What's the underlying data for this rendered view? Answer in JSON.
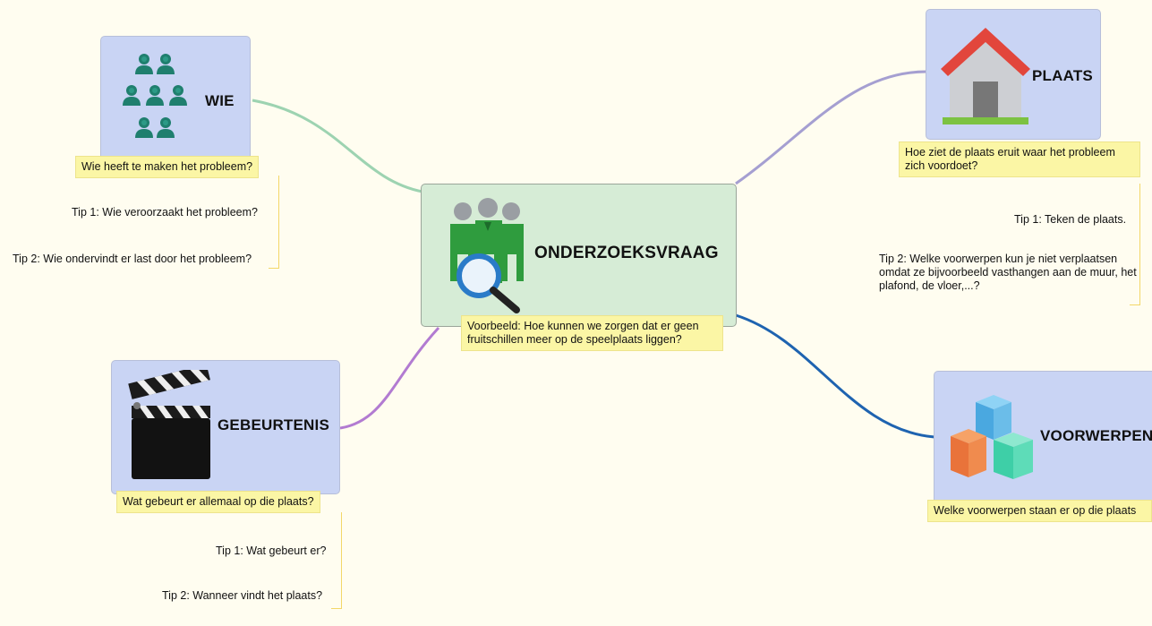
{
  "center": {
    "title": "ONDERZOEKSVRAAG",
    "example": "Voorbeeld: Hoe kunnen we zorgen dat er geen fruitschillen meer op de speelplaats liggen?",
    "icon": "researchers-magnifier-icon"
  },
  "wie": {
    "title": "WIE",
    "question": "Wie heeft te maken het probleem?",
    "tips": [
      "Tip 1: Wie veroorzaakt het probleem?",
      "Tip 2: Wie ondervindt er last door het probleem?"
    ],
    "icon": "people-group-icon"
  },
  "plaats": {
    "title": "PLAATS",
    "question": "Hoe ziet de plaats eruit waar het probleem zich voordoet?",
    "tips": [
      "Tip 1: Teken de plaats.",
      "Tip 2: Welke voorwerpen kun je niet verplaatsen omdat ze bijvoorbeeld vasthangen aan de muur, het plafond, de vloer,...?"
    ],
    "icon": "house-icon"
  },
  "gebeurtenis": {
    "title": "GEBEURTENIS",
    "question": "Wat gebeurt er allemaal op die plaats?",
    "tips": [
      "Tip 1: Wat gebeurt er?",
      "Tip 2: Wanneer vindt het plaats?"
    ],
    "icon": "clapperboard-icon"
  },
  "voorwerpen": {
    "title": "VOORWERPEN",
    "question": "Welke voorwerpen staan er op die plaats",
    "icon": "stacked-cubes-icon"
  },
  "colors": {
    "wie_edge": "#9dd3b1",
    "plaats_edge": "#a59fd1",
    "gebeurtenis_edge": "#b27bd1",
    "voorwerpen_edge": "#1e63b0",
    "node_fill": "#c9d4f4",
    "center_fill": "#d6ecd6",
    "note_fill": "#fbf6a5"
  }
}
